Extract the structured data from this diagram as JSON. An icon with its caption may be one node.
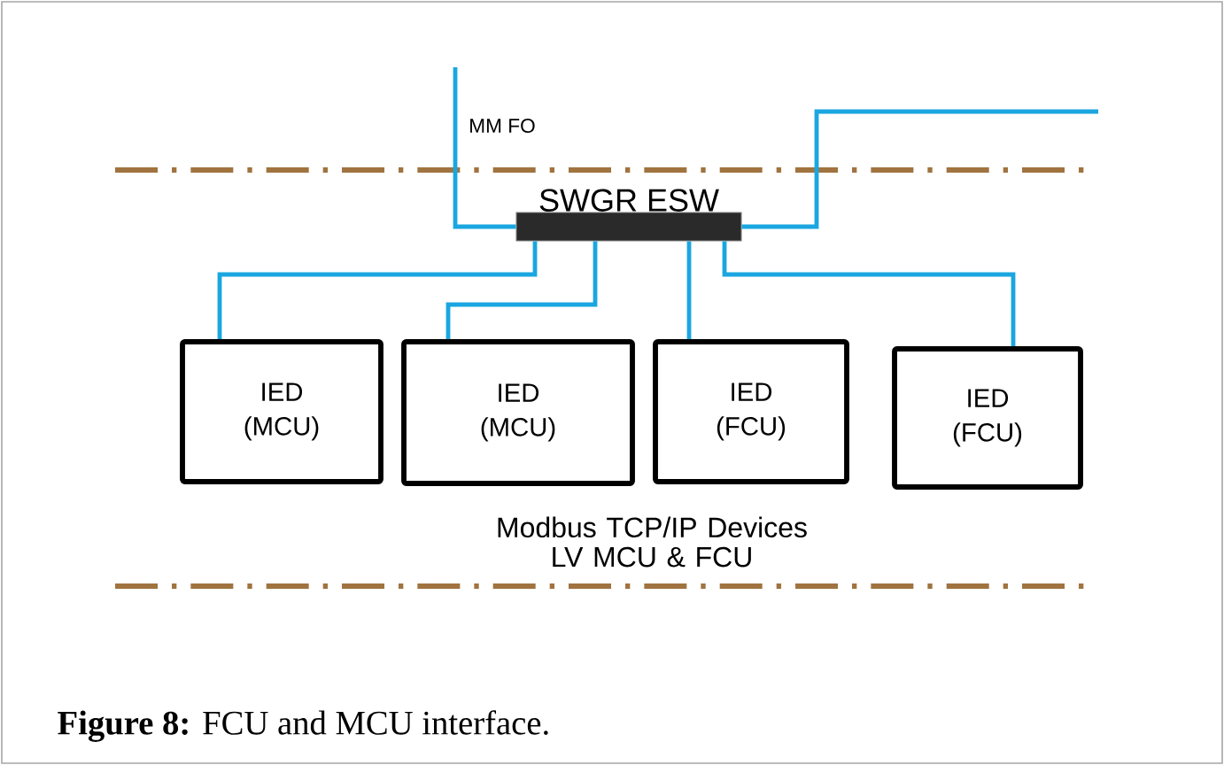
{
  "diagram": {
    "caption": "**Figure 8:** FCU and MCU interface.",
    "nodes": [
      {
        "text": [
          "SWGR ESW"
        ]
      },
      {
        "text": [
          "IED (MCU)"
        ]
      },
      {
        "text": [
          "IED (MCU)"
        ]
      },
      {
        "text": [
          "IED (FCU)"
        ]
      },
      {
        "text": [
          "IED (FCU)"
        ]
      }
    ],
    "edges": [
      {
        "from": null,
        "to": 0,
        "arrow": "none",
        "label": "MM FO"
      },
      {
        "from": 0,
        "to": null,
        "arrow": "none"
      },
      {
        "from": 0,
        "to": 1,
        "arrow": "none"
      },
      {
        "from": 0,
        "to": 2,
        "arrow": "none"
      },
      {
        "from": 0,
        "to": 3,
        "arrow": "none"
      },
      {
        "from": 0,
        "to": 4,
        "arrow": "none"
      }
    ],
    "labels": [
      "Modbus TCP/IP Devices LV MCU & FCU"
    ]
  }
}
